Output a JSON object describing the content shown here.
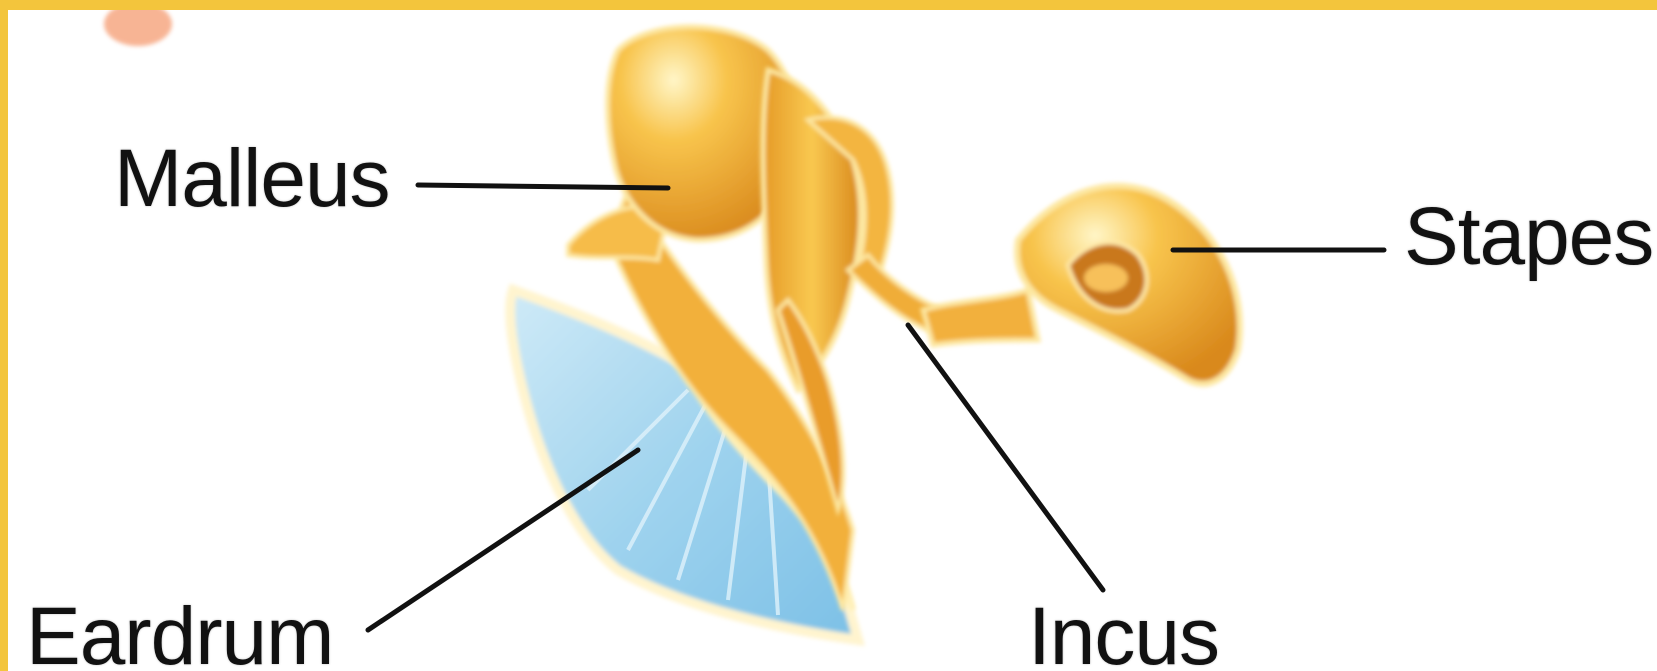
{
  "labels": {
    "malleus": "Malleus",
    "stapes": "Stapes",
    "eardrum": "Eardrum",
    "incus": "Incus"
  },
  "colors": {
    "frame": "#f3c53c",
    "bone": "#f4b43a",
    "bone_highlight": "#fff1b0",
    "bone_shadow": "#d98a1c",
    "eardrum": "#9fd3ee",
    "eardrum_edge": "#6fb4dd",
    "leader_line": "#111111"
  }
}
